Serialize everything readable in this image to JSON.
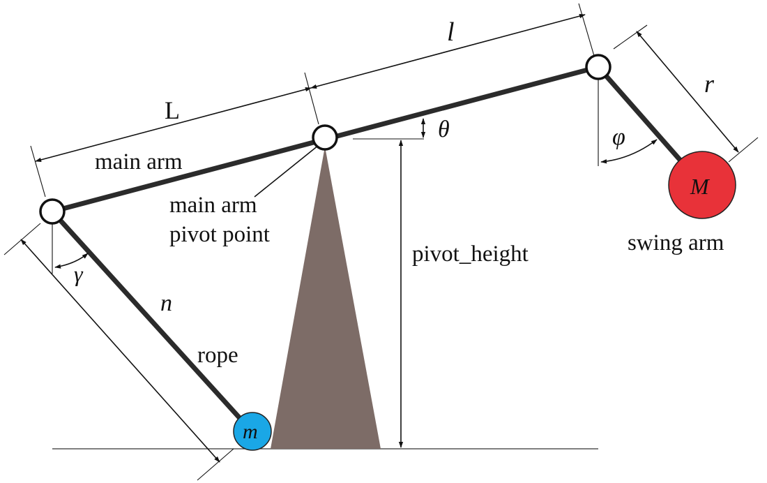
{
  "labels": {
    "L": "L",
    "l": "l",
    "r": "r",
    "theta": "θ",
    "phi": "φ",
    "gamma": "γ",
    "n": "n",
    "M": "M",
    "m": "m",
    "main_arm": "main arm",
    "pivot_line1": "main arm",
    "pivot_line2": "pivot point",
    "pivot_height": "pivot_height",
    "rope": "rope",
    "swing_arm": "swing arm"
  },
  "colors": {
    "big_mass": "#e83239",
    "small_mass": "#1aa7e6",
    "tower": "#7d6c67",
    "bar": "#2b2b2b"
  }
}
